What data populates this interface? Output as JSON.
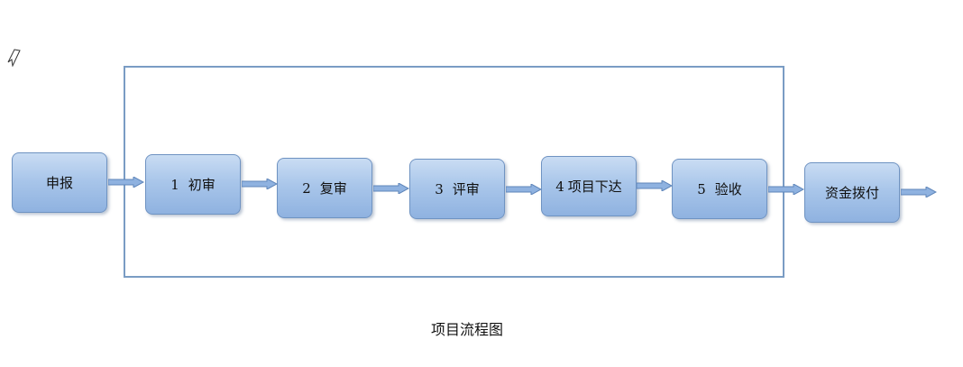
{
  "diagram": {
    "caption": "项目流程图",
    "nodes": [
      {
        "id": "shenbao",
        "label": "申报"
      },
      {
        "id": "chushen",
        "num": "1",
        "label": "初审"
      },
      {
        "id": "fushen",
        "num": "2",
        "label": "复审"
      },
      {
        "id": "pingshen",
        "num": "3",
        "label": "评审"
      },
      {
        "id": "xiada",
        "num": "4",
        "label": "项目下达"
      },
      {
        "id": "yanshou",
        "num": "5",
        "label": "验收"
      },
      {
        "id": "bofu",
        "label": "资金拨付"
      }
    ],
    "colors": {
      "box_top": "#c9dcf3",
      "box_bottom": "#8fb2e0",
      "box_border": "#6f93c2",
      "frame": "#7a9cc4",
      "arrow": "#8fb2e0"
    }
  }
}
